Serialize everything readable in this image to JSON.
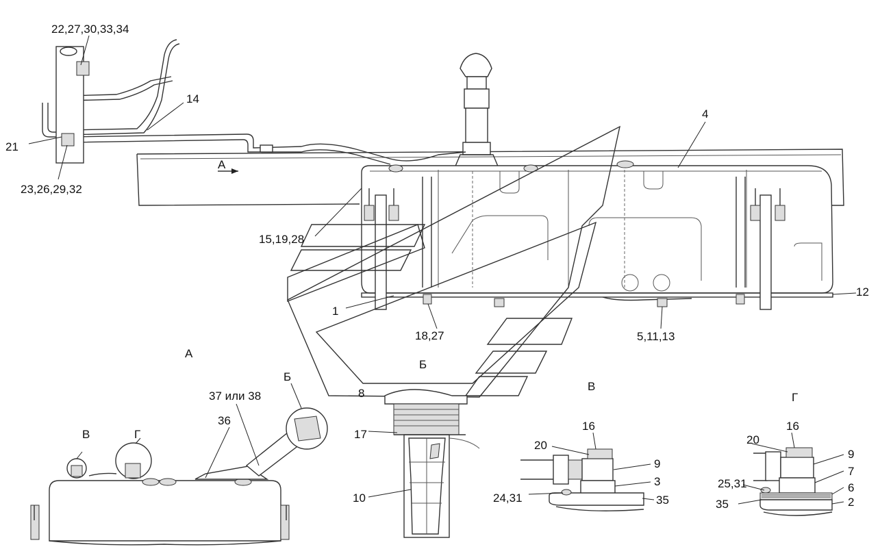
{
  "callouts": {
    "c22": "22,27,30,33,34",
    "c14": "14",
    "c21": "21",
    "c23": "23,26,29,32",
    "cA_arrow": "А",
    "c4": "4",
    "c15": "15,19,28",
    "c1": "1",
    "c12": "12",
    "c18": "18,27",
    "c5": "5,11,13",
    "cB_cyr": "Б",
    "c8": "8",
    "c17": "17",
    "c10": "10"
  },
  "view_a": {
    "title": "А",
    "c37": "37 или 38",
    "cB": "Б",
    "c36": "36",
    "cV": "В",
    "cG": "Г"
  },
  "view_v": {
    "title": "В",
    "c16": "16",
    "c20": "20",
    "c9": "9",
    "c3": "3",
    "c24": "24,31",
    "c35": "35"
  },
  "view_g": {
    "title": "Г",
    "c16": "16",
    "c20": "20",
    "c9": "9",
    "c7": "7",
    "c25": "25,31",
    "c6": "6",
    "c35": "35",
    "c2": "2"
  }
}
